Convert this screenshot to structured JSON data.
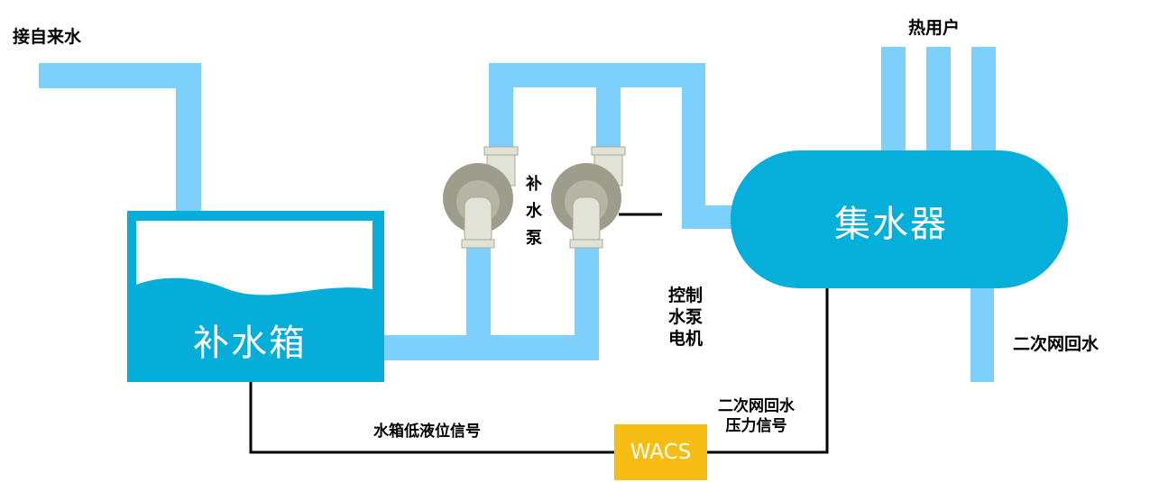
{
  "labels": {
    "inlet": "接自来水",
    "heat_users": "热用户",
    "return_water": "二次网回水",
    "pump_vertical": "补水泵",
    "motor_control": [
      "控制",
      "水泵",
      "电机"
    ],
    "low_level_signal": "水箱低液位信号",
    "pressure_signal": [
      "二次网回水",
      "压力信号"
    ]
  },
  "tank": {
    "label": "补水箱"
  },
  "collector": {
    "label": "集水器"
  },
  "controller": {
    "label": "WACS"
  },
  "colors": {
    "pipe": "#7dd0fb",
    "tank": "#04aed9",
    "collector": "#05afd9",
    "controller": "#f7bd12",
    "pump_body": "#9e9d8c",
    "pump_outlet": "#e1e3d7",
    "signal_line": "#000000"
  }
}
